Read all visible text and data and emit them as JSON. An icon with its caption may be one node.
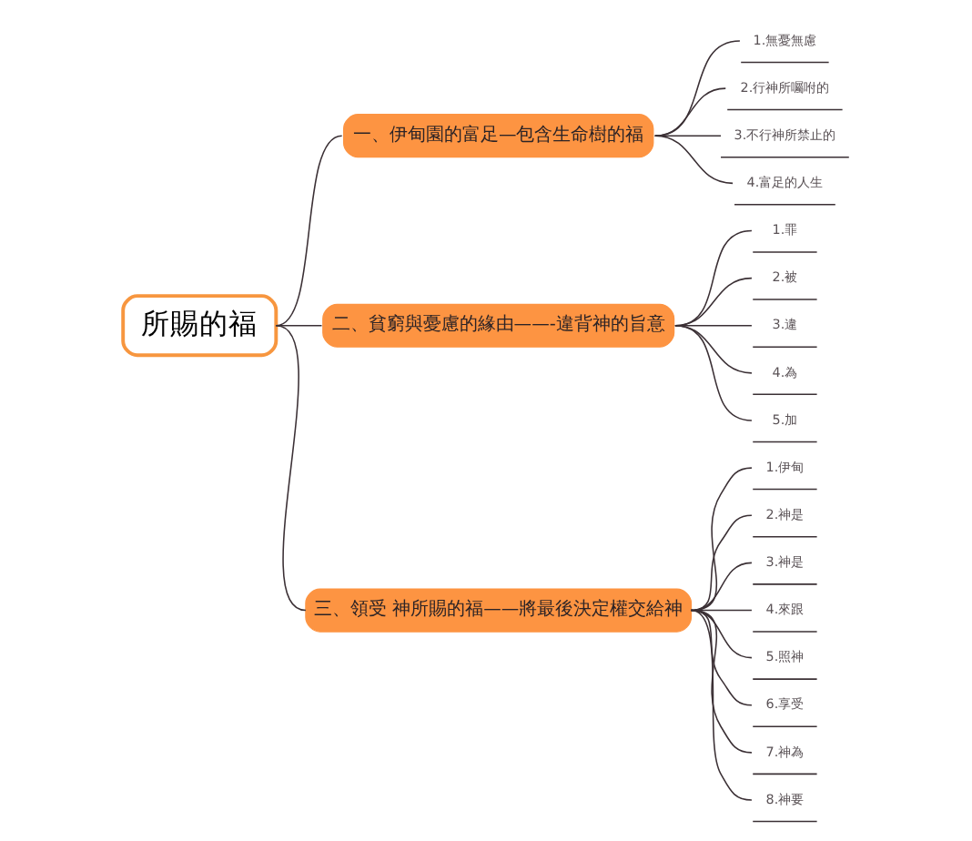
{
  "diagram": {
    "nodes": [
      {
        "text": [
          "所賜的福"
        ]
      },
      {
        "text": [
          "一、伊甸園的富足—包含生命樹的福"
        ]
      },
      {
        "text": [
          "1.無憂無慮"
        ]
      },
      {
        "text": [
          "2.行神所囑咐的"
        ]
      },
      {
        "text": [
          "3.不行神所禁止的"
        ]
      },
      {
        "text": [
          "4.富足的人生"
        ]
      },
      {
        "text": [
          "二、貧窮與憂慮的緣由——-違背神的旨意"
        ]
      },
      {
        "text": [
          "1.罪"
        ]
      },
      {
        "text": [
          "2.被"
        ]
      },
      {
        "text": [
          "3.違"
        ]
      },
      {
        "text": [
          "4.為"
        ]
      },
      {
        "text": [
          "5.加"
        ]
      },
      {
        "text": [
          "三、領受 神所賜的福——將最後決定權交給神"
        ]
      },
      {
        "text": [
          "1.伊甸"
        ]
      },
      {
        "text": [
          "2.神是"
        ]
      },
      {
        "text": [
          "3.神是"
        ]
      },
      {
        "text": [
          "4.來跟"
        ]
      },
      {
        "text": [
          "5.照神"
        ]
      },
      {
        "text": [
          "6.享受"
        ]
      },
      {
        "text": [
          "7.神為"
        ]
      },
      {
        "text": [
          "8.神要"
        ]
      }
    ],
    "edges": [
      {
        "from": 0,
        "to": 1,
        "arrow": "none"
      },
      {
        "from": 1,
        "to": 2,
        "arrow": "none"
      },
      {
        "from": 1,
        "to": 3,
        "arrow": "none"
      },
      {
        "from": 1,
        "to": 4,
        "arrow": "none"
      },
      {
        "from": 1,
        "to": 5,
        "arrow": "none"
      },
      {
        "from": 0,
        "to": 6,
        "arrow": "none"
      },
      {
        "from": 6,
        "to": 7,
        "arrow": "none"
      },
      {
        "from": 6,
        "to": 8,
        "arrow": "none"
      },
      {
        "from": 6,
        "to": 9,
        "arrow": "none"
      },
      {
        "from": 6,
        "to": 10,
        "arrow": "none"
      },
      {
        "from": 6,
        "to": 11,
        "arrow": "none"
      },
      {
        "from": 0,
        "to": 12,
        "arrow": "none"
      },
      {
        "from": 12,
        "to": 13,
        "arrow": "none"
      },
      {
        "from": 12,
        "to": 14,
        "arrow": "none"
      },
      {
        "from": 12,
        "to": 15,
        "arrow": "none"
      },
      {
        "from": 12,
        "to": 16,
        "arrow": "none"
      },
      {
        "from": 12,
        "to": 17,
        "arrow": "none"
      },
      {
        "from": 12,
        "to": 18,
        "arrow": "none"
      },
      {
        "from": 12,
        "to": 19,
        "arrow": "none"
      },
      {
        "from": 12,
        "to": 20,
        "arrow": "none"
      }
    ]
  }
}
